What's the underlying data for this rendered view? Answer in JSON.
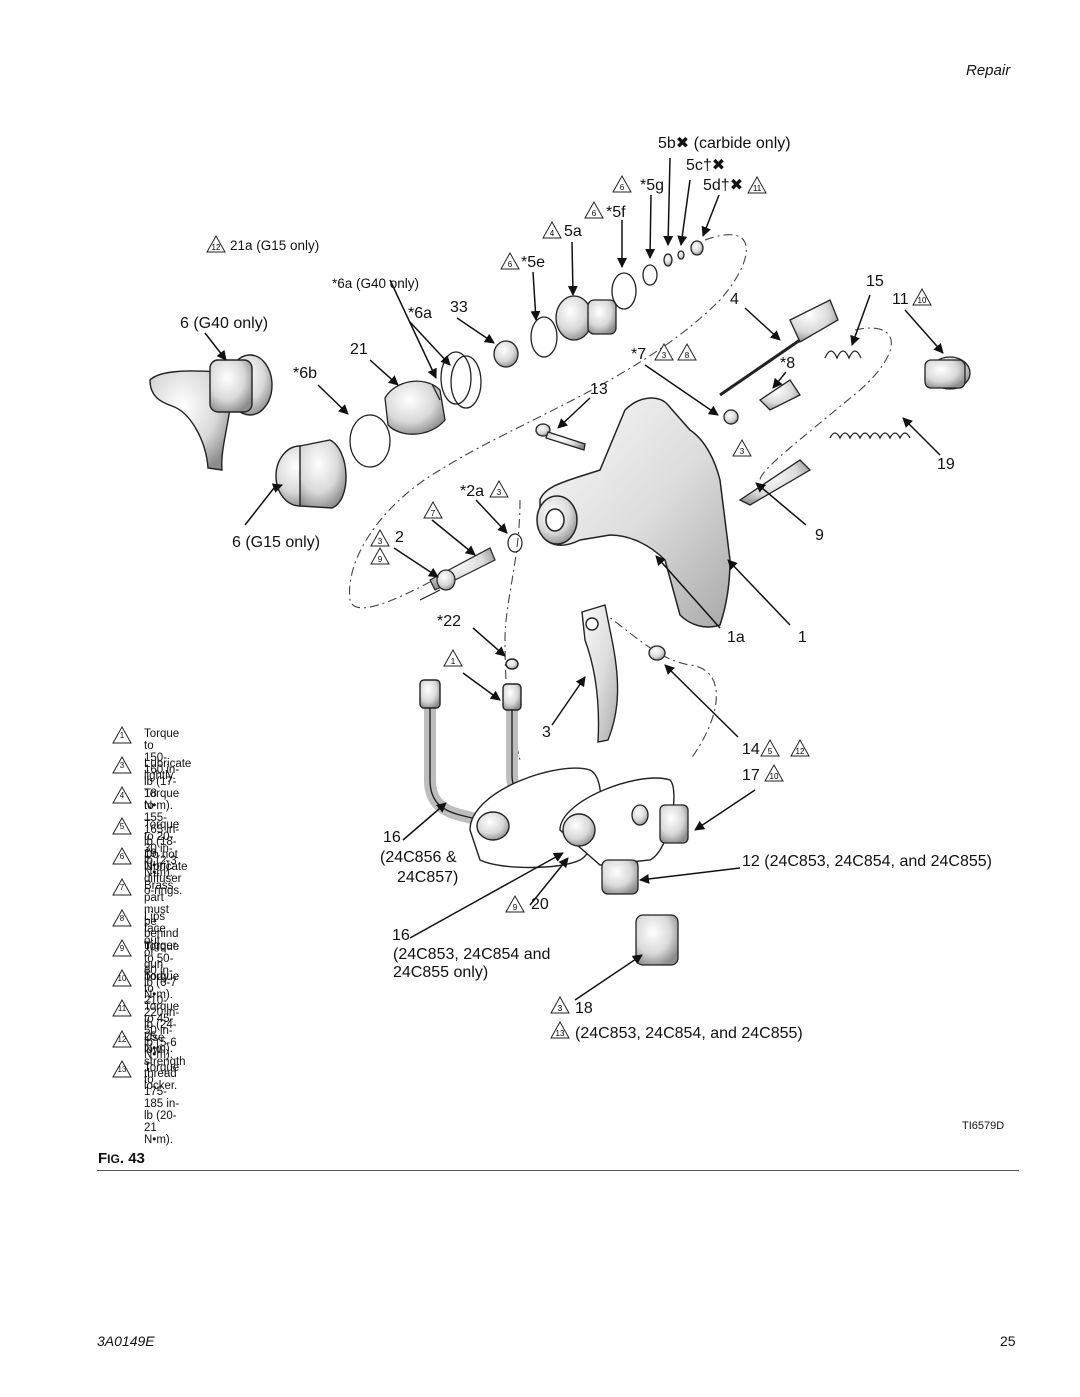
{
  "header": {
    "section": "Repair"
  },
  "callouts": {
    "p5b": "5b✖ (carbide only)",
    "p5c": "5c†✖",
    "p5g": "*5g",
    "p5d": "5d†✖",
    "p5f": "*5f",
    "p5a": "5a",
    "p5e": "*5e",
    "p21a": "21a (G15 only)",
    "p6a_g40": "*6a (G40 only)",
    "p6a": "*6a",
    "p33": "33",
    "p6_g40": "6 (G40 only)",
    "p21": "21",
    "p6b": "*6b",
    "p4": "4",
    "p15": "15",
    "p11": "11",
    "p7": "*7",
    "p8": "*8",
    "p13": "13",
    "p19": "19",
    "p2a": "*2a",
    "p6_g15": "6 (G15 only)",
    "p2": "2",
    "p9": "9",
    "p22": "*22",
    "p1a": "1a",
    "p1": "1",
    "p3": "3",
    "p14": "14",
    "p17": "17",
    "p16a_num": "16",
    "p16a_l1": "(24C856 &",
    "p16a_l2": "24C857)",
    "p12": "12 (24C853, 24C854, and 24C855)",
    "p20": "20",
    "p16b_num": "16",
    "p16b_l1": "(24C853, 24C854 and",
    "p16b_l2": "24C855 only)",
    "p18": "18",
    "p13note": "(24C853, 24C854, and 24C855)"
  },
  "notes": [
    {
      "num": "1",
      "text": "Torque to 150-160 in-lb (17-18 N•m)."
    },
    {
      "num": "3",
      "text": "Lubricate lightly."
    },
    {
      "num": "4",
      "text": "Torque to 155-165 in-lb (18-19 N•m)."
    },
    {
      "num": "5",
      "text": "Torque to 20-30 in-lb (2-3 N•m)."
    },
    {
      "num": "6",
      "text": "Do not lubricate diffuser o-rings."
    },
    {
      "num": "7",
      "text": "Brass part must be behind trigger."
    },
    {
      "num": "8",
      "text": "Lips face out of gun body."
    },
    {
      "num": "9",
      "text": "Torque to 50-60 in-lb (6-7 N•m)."
    },
    {
      "num": "10",
      "text": "Torque to 210-220 in-lb (24-25 N•m)."
    },
    {
      "num": "11",
      "text": "Torque to 45-50 in-lb (5-6 N•m)."
    },
    {
      "num": "12",
      "text": "Use low-strength thread locker."
    },
    {
      "num": "13",
      "text": "Torque to 175-185 in-lb (20-21 N•m)."
    }
  ],
  "tri_marks": [
    "6",
    "6",
    "11",
    "4",
    "12",
    "6",
    "3",
    "8",
    "3",
    "3",
    "7",
    "3",
    "9",
    "1",
    "5",
    "12",
    "10",
    "9",
    "3",
    "13",
    "10"
  ],
  "figure": {
    "label_f": "F",
    "label_ig": "IG",
    "number": "43",
    "ti_code": "TI6579D"
  },
  "footer": {
    "doc_number": "3A0149E",
    "page_number": "25"
  }
}
